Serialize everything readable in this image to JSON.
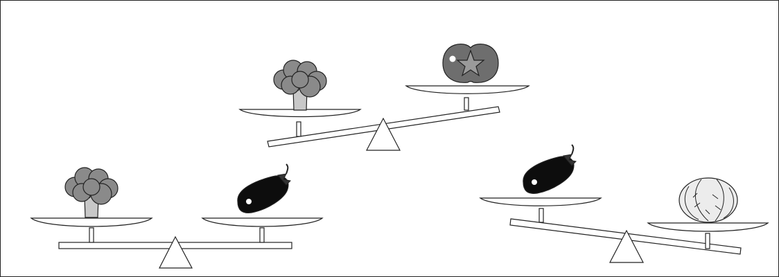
{
  "figure": {
    "background": "#ffffff",
    "stroke_color": "#222222",
    "scales": [
      {
        "name": "top-scale",
        "tilt": "left-down",
        "left_pan": "broccoli",
        "right_pan": "tomato"
      },
      {
        "name": "bottom-left-scale",
        "tilt": "level",
        "left_pan": "broccoli",
        "right_pan": "eggplant"
      },
      {
        "name": "bottom-right-scale",
        "tilt": "right-down",
        "left_pan": "eggplant",
        "right_pan": "cabbage"
      }
    ],
    "item_colors": {
      "broccoli": "#8a8a8a",
      "broccoli_stem": "#c8c8c8",
      "tomato": "#6e6e6e",
      "eggplant": "#0d0d0d",
      "cabbage": "#ececec"
    }
  }
}
